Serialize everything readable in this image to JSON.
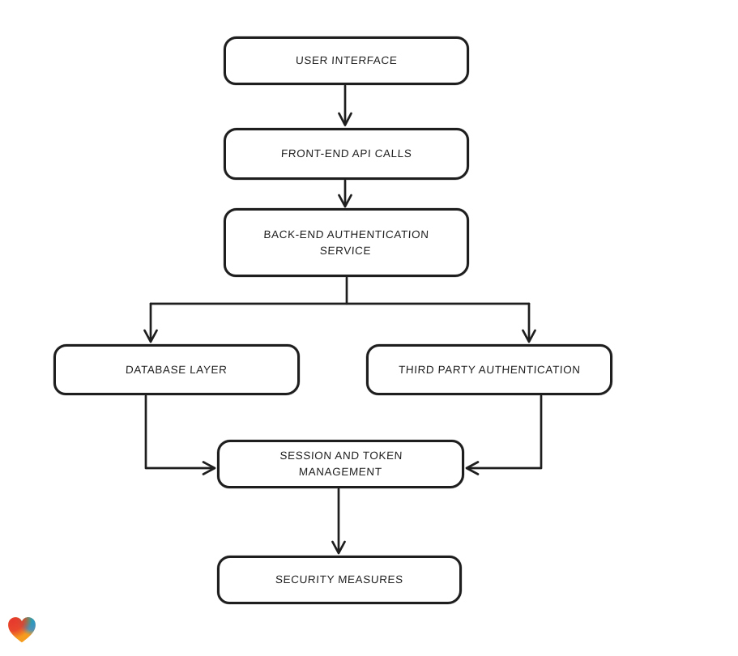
{
  "page": {
    "background_color": "#ffffff"
  },
  "diagram": {
    "type": "flowchart",
    "stroke_color": "#1e1e1e",
    "node_fill_color": "#ffffff",
    "nodes": [
      {
        "id": "user-interface",
        "label": "USER INTERFACE"
      },
      {
        "id": "front-end-api-calls",
        "label": "FRONT-END API CALLS"
      },
      {
        "id": "back-end-authentication-service",
        "label": "BACK-END AUTHENTICATION\nSERVICE"
      },
      {
        "id": "database-layer",
        "label": "DATABASE LAYER"
      },
      {
        "id": "third-party-authentication",
        "label": "THIRD PARTY AUTHENTICATION"
      },
      {
        "id": "session-and-token-management",
        "label": "SESSION AND TOKEN\nMANAGEMENT"
      },
      {
        "id": "security-measures",
        "label": "SECURITY MEASURES"
      }
    ],
    "edges": [
      {
        "from": "user-interface",
        "to": "front-end-api-calls"
      },
      {
        "from": "front-end-api-calls",
        "to": "back-end-authentication-service"
      },
      {
        "from": "back-end-authentication-service",
        "to": "database-layer"
      },
      {
        "from": "back-end-authentication-service",
        "to": "third-party-authentication"
      },
      {
        "from": "database-layer",
        "to": "session-and-token-management"
      },
      {
        "from": "third-party-authentication",
        "to": "session-and-token-management"
      },
      {
        "from": "session-and-token-management",
        "to": "security-measures"
      }
    ]
  },
  "footer": {
    "logo_icon": "gradient-heart-logo",
    "logo_colors": {
      "red": "#e6392f",
      "green": "#6aa83a",
      "teal": "#2aa5a0",
      "blue": "#2d8fd5",
      "orange": "#f59c1e"
    }
  }
}
